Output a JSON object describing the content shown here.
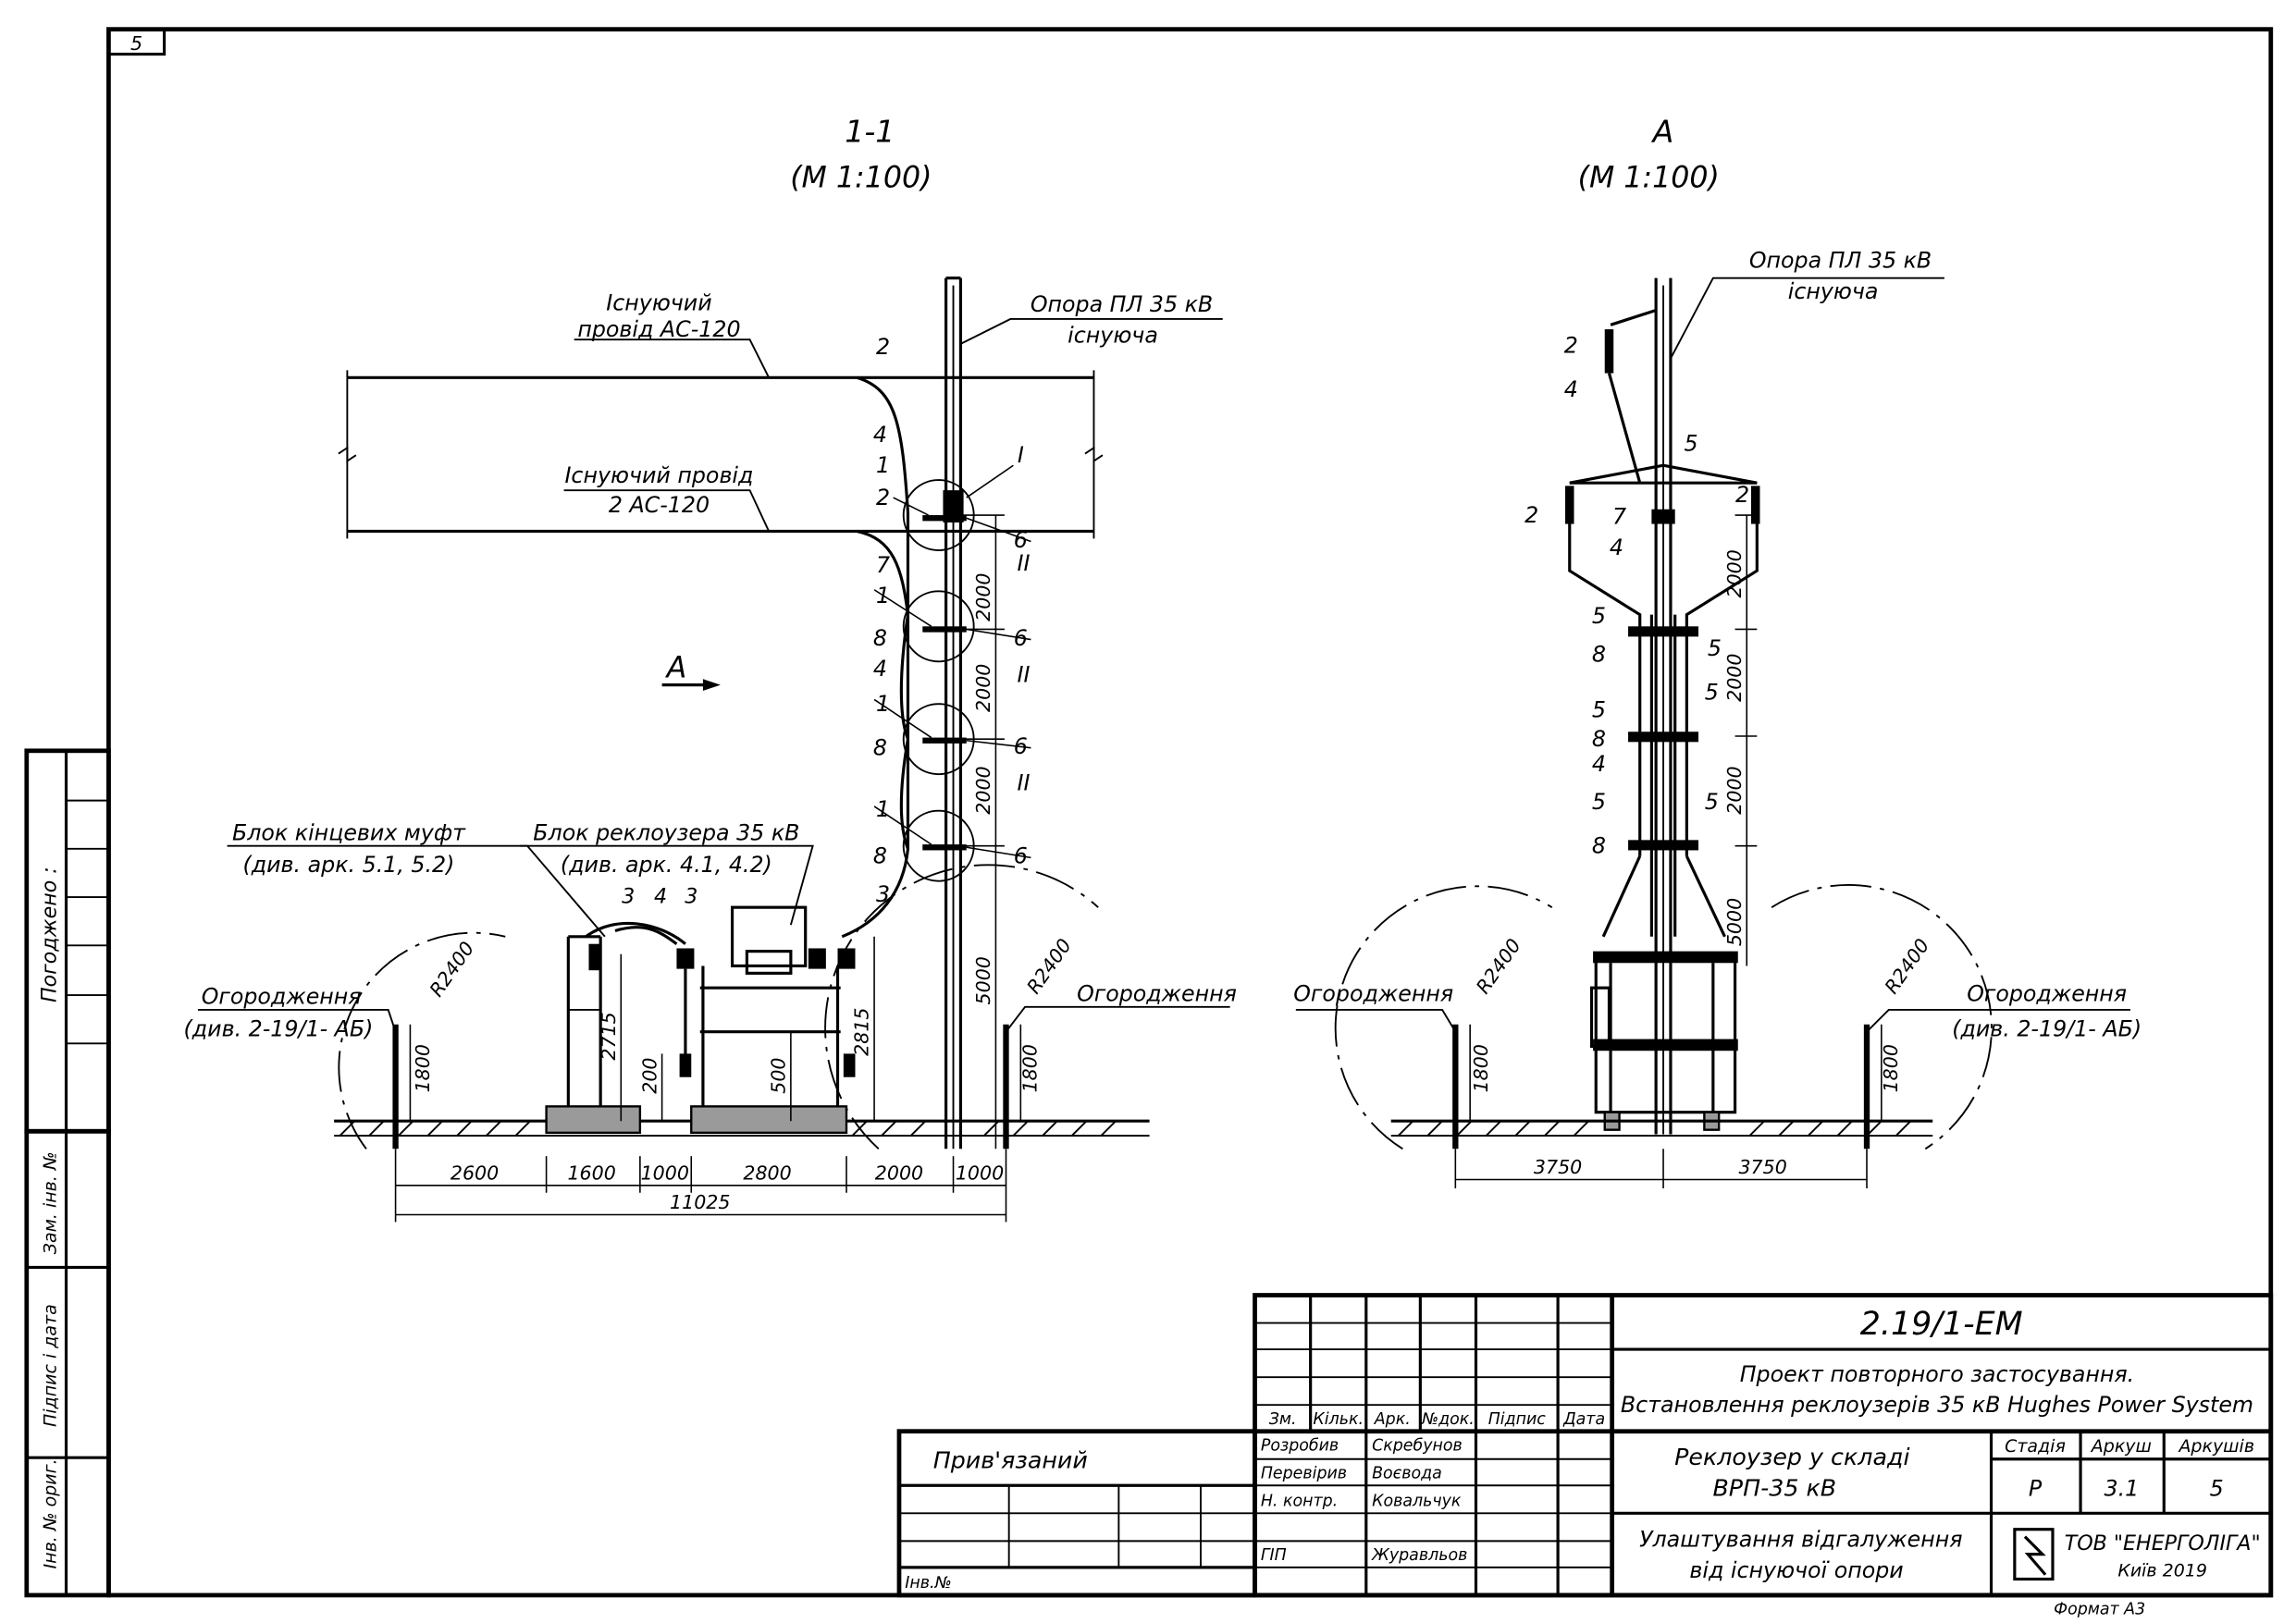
{
  "sheet_corner_number": "5",
  "section_1": {
    "title": "1-1",
    "scale": "(М 1:100)",
    "callout_existing_wire": [
      "Існуючий",
      "провід АС-120"
    ],
    "callout_existing_wire_2": [
      "Існуючий провід",
      "2 АС-120"
    ],
    "callout_pole": [
      "Опора ПЛ 35 кВ",
      "існуюча"
    ],
    "callout_muff_block": [
      "Блок кінцевих муфт",
      "(див. арк. 5.1, 5.2)"
    ],
    "callout_recloser_block": [
      "Блок реклоузера 35 кВ",
      "(див. арк. 4.1, 4.2)"
    ],
    "callout_fence_left": [
      "Огородження",
      "(див. 2-19/1- АБ)"
    ],
    "callout_fence_right": "Огородження",
    "view_arrow_label": "А",
    "marks_left": [
      "2",
      "4",
      "1",
      "2",
      "7",
      "1",
      "8",
      "4",
      "1",
      "8",
      "1",
      "8",
      "3"
    ],
    "marks_right": [
      "I",
      "6",
      "II",
      "6",
      "II",
      "6",
      "II",
      "6"
    ],
    "marks_top_block": [
      "3",
      "4",
      "3"
    ],
    "dims_vertical": [
      "2000",
      "2000",
      "2000",
      "5000",
      "2715",
      "2815",
      "200",
      "500",
      "1800",
      "1800"
    ],
    "radius_labels": [
      "R2400",
      "R2400"
    ],
    "dims_bottom": [
      "2600",
      "1600",
      "1000",
      "2800",
      "2000",
      "1000"
    ],
    "dim_total": "11025"
  },
  "section_a": {
    "title": "А",
    "scale": "(М 1:100)",
    "callout_pole": [
      "Опора ПЛ 35 кВ",
      "існуюча"
    ],
    "callout_fence_left": "Огородження",
    "callout_fence_right": [
      "Огородження",
      "(див. 2-19/1- АБ)"
    ],
    "marks_left": [
      "2",
      "4",
      "2",
      "7",
      "4",
      "5",
      "8",
      "5",
      "8",
      "4",
      "5",
      "8"
    ],
    "marks_right": [
      "5",
      "2",
      "5",
      "5",
      "5"
    ],
    "dims_vertical": [
      "2000",
      "2000",
      "2000",
      "5000",
      "1800",
      "1800"
    ],
    "radius_labels": [
      "R2400",
      "R2400"
    ],
    "dims_bottom": [
      "3750",
      "3750"
    ]
  },
  "left_strip": {
    "agreed": "Погоджено :",
    "replace_inv": "Зам. інв. №",
    "sign_date": "Підпис і дата",
    "inv_orig": "Інв. № ориг."
  },
  "title_block": {
    "designation": "2.19/1-ЕМ",
    "project_line1": "Проект повторного застосування.",
    "project_line2": "Встановлення реклоузерів 35 кВ Hughes Power System",
    "headers": [
      "Зм.",
      "Кільк.",
      "Арк.",
      "№док.",
      "Підпис",
      "Дата"
    ],
    "roles": [
      "Розробив",
      "Перевірив",
      "Н. контр.",
      "ГІП"
    ],
    "names": [
      "Скребунов",
      "Воєвода",
      "Ковальчук",
      "Журавльов"
    ],
    "doc_title_line1": "Реклоузер у складі",
    "doc_title_line2": "ВРП-35 кВ",
    "sheet_title_line1": "Улаштування відгалуження",
    "sheet_title_line2": "від існуючої опори",
    "stage_label": "Стадія",
    "sheet_label": "Аркуш",
    "sheets_label": "Аркушів",
    "stage": "Р",
    "sheet": "3.1",
    "sheets": "5",
    "company": "ТОВ \"ЕНЕРГОЛІГА\"",
    "city_year": "Київ 2019",
    "format": "Формат А3"
  },
  "binding_block": {
    "bound": "Прив'язаний",
    "inv": "Інв.№"
  }
}
